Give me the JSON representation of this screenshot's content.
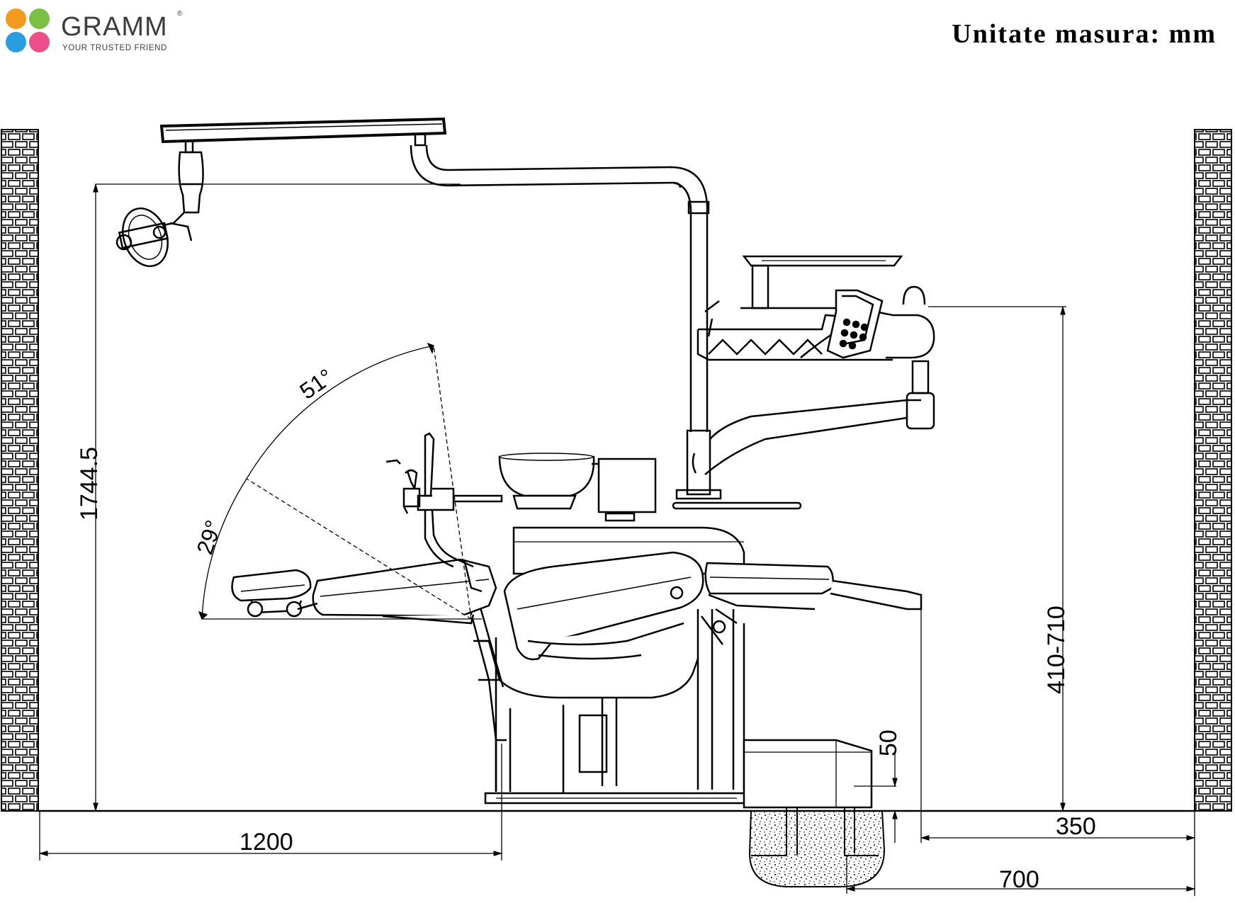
{
  "brand": {
    "name": "GRAMM",
    "registered": "®",
    "tagline": "YOUR TRUSTED FRIEND",
    "dot_colors": [
      "#f39a1e",
      "#7ac143",
      "#2a9ce0",
      "#ec4f8a"
    ]
  },
  "unit_note": "Unitate masura: mm",
  "dimensions": {
    "overall_height": "1744.5",
    "tray_height": "410-710",
    "base_gap": "50",
    "left_clearance": "1200",
    "right_clearance": "350",
    "base_to_wall": "700"
  },
  "angles": {
    "large_arc": "51°",
    "small_arc": "29°"
  }
}
